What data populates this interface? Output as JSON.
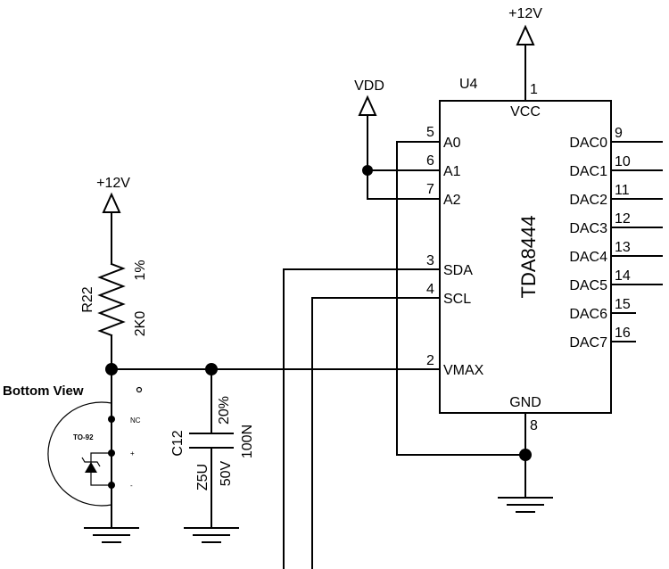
{
  "ic": {
    "ref": "U4",
    "part": "TDA8444",
    "left_pins": [
      {
        "num": "5",
        "name": "A0"
      },
      {
        "num": "6",
        "name": "A1"
      },
      {
        "num": "7",
        "name": "A2"
      },
      {
        "num": "3",
        "name": "SDA"
      },
      {
        "num": "4",
        "name": "SCL"
      },
      {
        "num": "2",
        "name": "VMAX"
      }
    ],
    "top_pin": {
      "num": "1",
      "name": "VCC"
    },
    "bottom_pin": {
      "num": "8",
      "name": "GND"
    },
    "right_pins": [
      {
        "num": "9",
        "name": "DAC0"
      },
      {
        "num": "10",
        "name": "DAC1"
      },
      {
        "num": "11",
        "name": "DAC2"
      },
      {
        "num": "12",
        "name": "DAC3"
      },
      {
        "num": "13",
        "name": "DAC4"
      },
      {
        "num": "14",
        "name": "DAC5"
      },
      {
        "num": "15",
        "name": "DAC6"
      },
      {
        "num": "16",
        "name": "DAC7"
      }
    ]
  },
  "power": {
    "vcc_ic": "+12V",
    "vdd": "VDD",
    "r22_supply": "+12V"
  },
  "resistor": {
    "ref": "R22",
    "tolerance": "1%",
    "value": "2K0"
  },
  "capacitor": {
    "ref": "C12",
    "tolerance": "20%",
    "value": "100N",
    "dielectric": "Z5U",
    "voltage": "50V"
  },
  "reference_diode": {
    "view": "Bottom View",
    "package": "TO-92",
    "pin_nc": "NC",
    "pin_plus": "+",
    "pin_minus": "-"
  }
}
